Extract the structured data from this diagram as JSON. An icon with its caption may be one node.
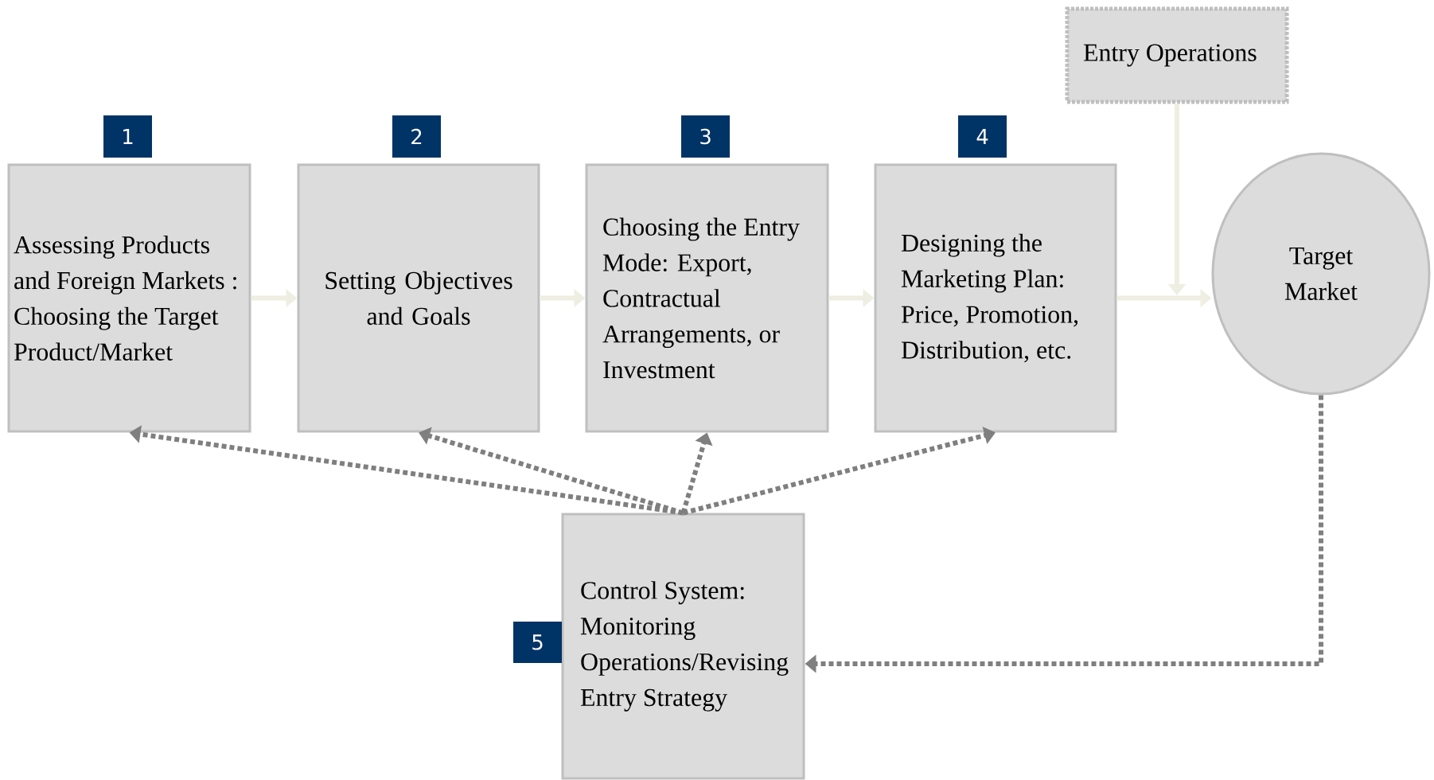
{
  "diagram": {
    "nodes": [
      {
        "text": [
          "Assessing Products and Foreign Markets : Choosing the Target Product/Market"
        ],
        "beside": [
          "1"
        ]
      },
      {
        "text": [
          "Setting Objectives and Goals"
        ],
        "beside": [
          "2"
        ]
      },
      {
        "text": [
          "Choosing the Entry Mode: Export, Contractual Arrangements, or Investment"
        ],
        "beside": [
          "3"
        ]
      },
      {
        "text": [
          "Designing the Marketing Plan: Price, Promotion, Distribution, etc."
        ],
        "beside": [
          "4"
        ]
      },
      {
        "text": [
          "Entry Operations"
        ]
      },
      {
        "text": [
          "Target Market"
        ]
      },
      {
        "text": [
          "Control System: Monitoring Operations/Revising Entry Strategy"
        ],
        "beside": [
          "5"
        ]
      }
    ],
    "edges": [
      {
        "from": 0,
        "to": 1,
        "arrow": "to"
      },
      {
        "from": 1,
        "to": 2,
        "arrow": "to"
      },
      {
        "from": 2,
        "to": 3,
        "arrow": "to"
      },
      {
        "from": 3,
        "to": 5,
        "arrow": "to"
      },
      {
        "from": 4,
        "to": 5,
        "arrow": "to"
      },
      {
        "from": 5,
        "to": 6,
        "arrow": "to",
        "style": "dashed",
        "color": "#7f7f7f"
      },
      {
        "from": 6,
        "to": 0,
        "arrow": "to",
        "style": "dashed",
        "color": "#7f7f7f"
      },
      {
        "from": 6,
        "to": 1,
        "arrow": "to",
        "style": "dashed",
        "color": "#7f7f7f"
      },
      {
        "from": 6,
        "to": 2,
        "arrow": "to",
        "style": "dashed",
        "color": "#7f7f7f"
      },
      {
        "from": 6,
        "to": 3,
        "arrow": "to",
        "style": "dashed",
        "color": "#7f7f7f"
      }
    ]
  }
}
